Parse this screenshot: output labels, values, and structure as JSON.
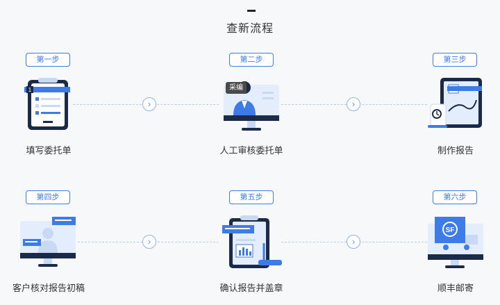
{
  "header": {
    "title": "查新流程"
  },
  "steps": [
    {
      "tag": "第一步",
      "label": "填写委托单"
    },
    {
      "tag": "第二步",
      "label": "人工审核委托单"
    },
    {
      "tag": "第三步",
      "label": "制作报告"
    },
    {
      "tag": "第四步",
      "label": "客户核对报告初稿"
    },
    {
      "tag": "第五步",
      "label": "确认报告并盖章"
    },
    {
      "tag": "第六步",
      "label": "顺丰邮寄"
    }
  ],
  "tooltip": {
    "text": "采编"
  },
  "icons": {
    "step1": "form-clipboard-icon",
    "step2": "reviewer-monitor-icon",
    "step3": "report-tablet-clock-icon",
    "step4": "client-review-monitor-icon",
    "step5": "stamp-clipboard-icon",
    "step6": "sf-express-truck-icon"
  },
  "colors": {
    "accent": "#3d7ce6",
    "dark": "#1c2a4a",
    "light": "#e4edfb"
  },
  "icon_labels": {
    "step1_number": "1",
    "step6_logo": "SF"
  },
  "arrow_glyph": "›"
}
